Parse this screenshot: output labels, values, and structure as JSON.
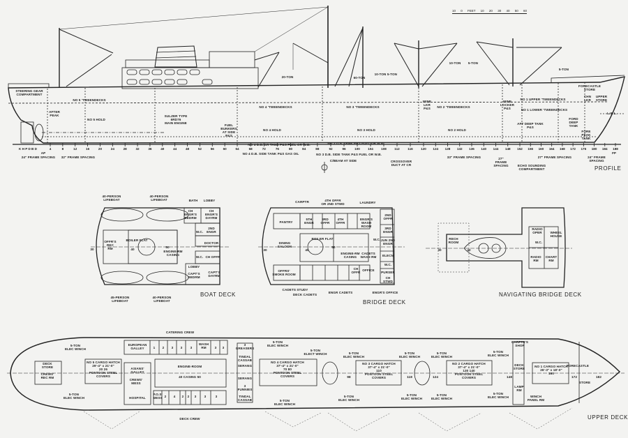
{
  "scale_bar": "10 0 FEET 10 20 30 40 50 60",
  "titles": {
    "profile": "PROFILE",
    "boat_deck": "BOAT DECK",
    "bridge_deck": "BRIDGE DECK",
    "nav_bridge_deck": "NAVIGATING BRIDGE DECK",
    "upper_deck": "UPPER DECK"
  },
  "profile": {
    "frame_prefix": "K H P D B D",
    "frames": [
      "4",
      "8",
      "12",
      "16",
      "20",
      "24",
      "28",
      "32",
      "36",
      "40",
      "44",
      "48",
      "52",
      "56",
      "60",
      "64",
      "68",
      "72",
      "76",
      "80",
      "84",
      "88",
      "92",
      "96",
      "100",
      "104",
      "108",
      "112",
      "116",
      "120",
      "124",
      "128",
      "132",
      "136",
      "140",
      "144",
      "148",
      "152",
      "156",
      "160",
      "164",
      "168",
      "172",
      "176",
      "180",
      "184",
      "188"
    ],
    "ap": "AP",
    "fp": "FP",
    "labels": [
      "STEERING GEAR\nCOMPARTMENT",
      "NO 5 'TWEENDECKS",
      "AFTER\nPEAK",
      "NO 5 HOLD",
      "SULZER TYPE\n6RD76\nMAIN ENGINE",
      "FUEL\nBUNKERS\nAT SIDE\nP&S",
      "NO 4 'TWEENDECKS",
      "NO 4 HOLD",
      "NO 4 D.B. CR TANK  P&S   FUEL OR W.B.",
      "NO 4 D.B. SIDE TANK  P&S   GAS OIL",
      "20-TON",
      "60-TON",
      "10-TON",
      "5-TON",
      "NO 3 'TWEENDECKS",
      "NO 3 HOLD",
      "NO 3 D.B. TANK  P&S  FUEL OR W.B.",
      "NO 3 D.B. SIDE TANK  P&S  FUEL OR W.B.",
      "WINE\nLKR\nP&S",
      "NO 2 'TWEENDECKS",
      "NO 2 HOLD",
      "WINE\nLOCKER\nP&S",
      "NO 1 UPPER 'TWEENDECKS",
      "NO 1 LOWER 'TWEENDECKS",
      "FORECASTLE\nSTORE",
      "CHN\nLKR",
      "UPPER\nSTORE",
      "AFT DEEP TANK\nP&S",
      "FORD\nDEEP\nTANK",
      "FORE\nPEAK\nTANK",
      "L.W.L.",
      "10-TON",
      "5-TON",
      "5-TON",
      "24\" FRAME SPACING",
      "32\" FRAME SPACING",
      "C/BEAM AT SIDE",
      "CROSSOVER\nDUCT AT CR",
      "33\" FRAME SPACING",
      "27\"\nFRAME\nSPACING",
      "ECHO SOUNDING\nCOMPARTMENT",
      "27\" FRAME SPACING",
      "24\" FRAME SPACING"
    ]
  },
  "boat_deck": {
    "labels": [
      "40-PERSON\nLIFEBOAT",
      "40-PERSON\nLIFEBOAT",
      "BATH",
      "LOBBY",
      "CH\nENGR'S\nBEDRM",
      "CH\nENGR'S\nDAYRM",
      "2ND\nENGR",
      "W.C.",
      "DOCTOR",
      "OFFR'S\nREC\nRM",
      "BOILER FLAT",
      "ENGINE-RM\nCASING",
      "W.C.",
      "CH OFFR",
      "LOBBY",
      "CAPT'S\nBEDRM",
      "CAPT'S\nDAYRM",
      "45-PERSON\nLIFEBOAT",
      "40-PERSON\nLIFEBOAT",
      "30",
      "40",
      "50"
    ]
  },
  "bridge_deck": {
    "labels": [
      "CARPTR",
      "4TH OFFR\nOR 2ND STWD",
      "LAUNDRY",
      "PANTRY",
      "5TH\nENGR",
      "3RD\nOFFR",
      "4TH\nOFFR",
      "ENGR'S\nWASH\nROOM",
      "2ND\nOFFR",
      "3RD\nENGR",
      "JUN 2ND\nENGR",
      "ELECN",
      "W.C.",
      "PURSER",
      "CH\nSTWD",
      "DINING\nSALOON",
      "BOILER FLAT",
      "ENGINE-RM\nCASING",
      "CADETS\nWASH RM",
      "W.C.",
      "OFFRS'\nSMOKE ROOM",
      "CH\nOFFR",
      "OFFICE",
      "CADETS STUDY",
      "DECK CADETS",
      "ENGR CADETS",
      "ENGR'S OFFICE",
      "30",
      "40",
      "50"
    ]
  },
  "nav_bridge_deck": {
    "labels": [
      "RECH\nROOM",
      "RADIO\nOPER",
      "WHEEL\nHOUSE",
      "W.C.",
      "RADIO\nRM",
      "CHART\nRM",
      "30",
      "40"
    ]
  },
  "upper_deck": {
    "labels": [
      "CATERING CREW",
      "DECK CREW",
      "5-TON\nELEC WINCH",
      "5-TON\nELEC WINCH",
      "DECK\nSTORE",
      "CREWS'\nREC RM",
      "NO 5 CARGO HATCH\n29'-4\" x 21'-0\"\n20          26\nPONTOON STEEL\nCOVERS",
      "EUROPEAN\nGALLEY",
      "1",
      "2",
      "3",
      "3",
      "3",
      "WASH\nRM",
      "3",
      "3",
      "ASIANS'\nGALLEY",
      "CREWS'\nMESS",
      "HOSPITAL",
      "P.O.S'\nMESS",
      "2",
      "4",
      "2",
      "2",
      "3",
      "3",
      "3",
      "ENGINE-ROOM",
      "40       CASING        50",
      "3\nGREASERS",
      "TINDAL\nCASSAB",
      "SERANG",
      "SERANG",
      "3\nFUNNIES",
      "TINDAL\nCASSAB",
      "5-TON\nELEC WINCH",
      "5-TON\nELEC WINCH",
      "NO 4 CARGO HATCH\n37'-4\" x 21'-0\"\n70            80\nPONTOON STEEL\nCOVERS",
      "5-TON\nELECT WINCH",
      "5-TON\nELEC WINCH",
      "NO 3 CARGO HATCH\n37'-4\" x 21'-0\"\n110\nPONTOON STEEL\nCOVERS",
      "5-TON\nELEC WINCH",
      "5-TON\nELEC WINCH",
      "NO 2 CARGO HATCH\n37'-4\" x 21'-0\"\n130              140\nPONTOON STEEL\nCOVERS",
      "5-TON\nELEC WINCH",
      "5-TON\nELEC WINCH",
      "5-TON\nELEC WINCH",
      "5-TON\nELEC WINCH",
      "5-TON\nELEC WINCH",
      "CARPTR'S\nSHOP",
      "DECK\nSTORE",
      "LAMP\nRM",
      "WINCH\nPANEL RM",
      "NO 1 CARGO HATCH\n26'-3\" x 18'-0\"\n160",
      "FORECASTLE",
      "STORE",
      "98",
      "118",
      "124",
      "148",
      "172",
      "182"
    ]
  }
}
